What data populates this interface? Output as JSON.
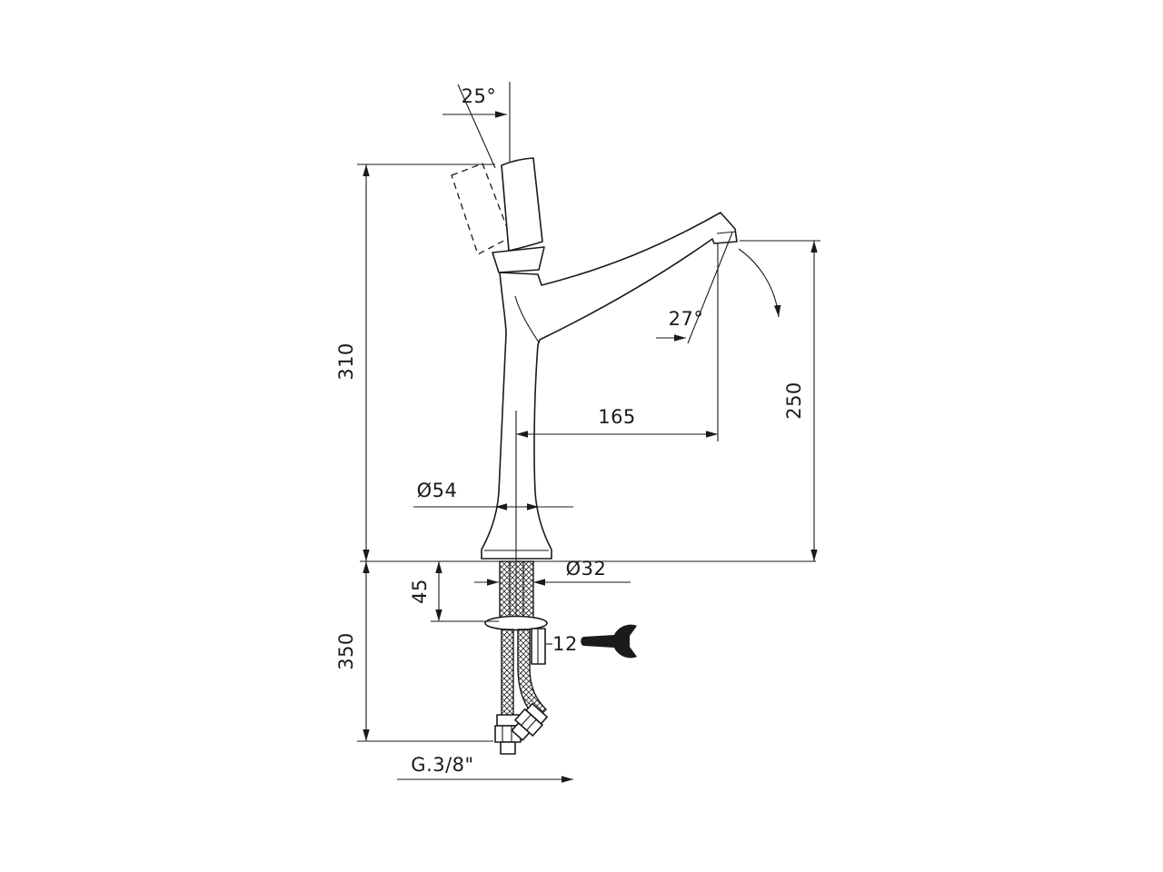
{
  "page": {
    "background": "#ffffff",
    "line_color": "#1a1a1a"
  },
  "drawing": {
    "kind": "technical-dimension-drawing",
    "subject": "tall single-lever basin mixer tap, side elevation with installation dimensions",
    "units": "mm",
    "labels": {
      "handle_angle": "25°",
      "spout_angle": "27°",
      "total_height": "310",
      "hose_length": "350",
      "outlet_height": "250",
      "spout_reach": "165",
      "base_diameter": "Ø54",
      "shank_diameter": "Ø32",
      "deck_thickness": "45",
      "wrench_size": "12",
      "thread_size": "G.3/8\""
    }
  }
}
